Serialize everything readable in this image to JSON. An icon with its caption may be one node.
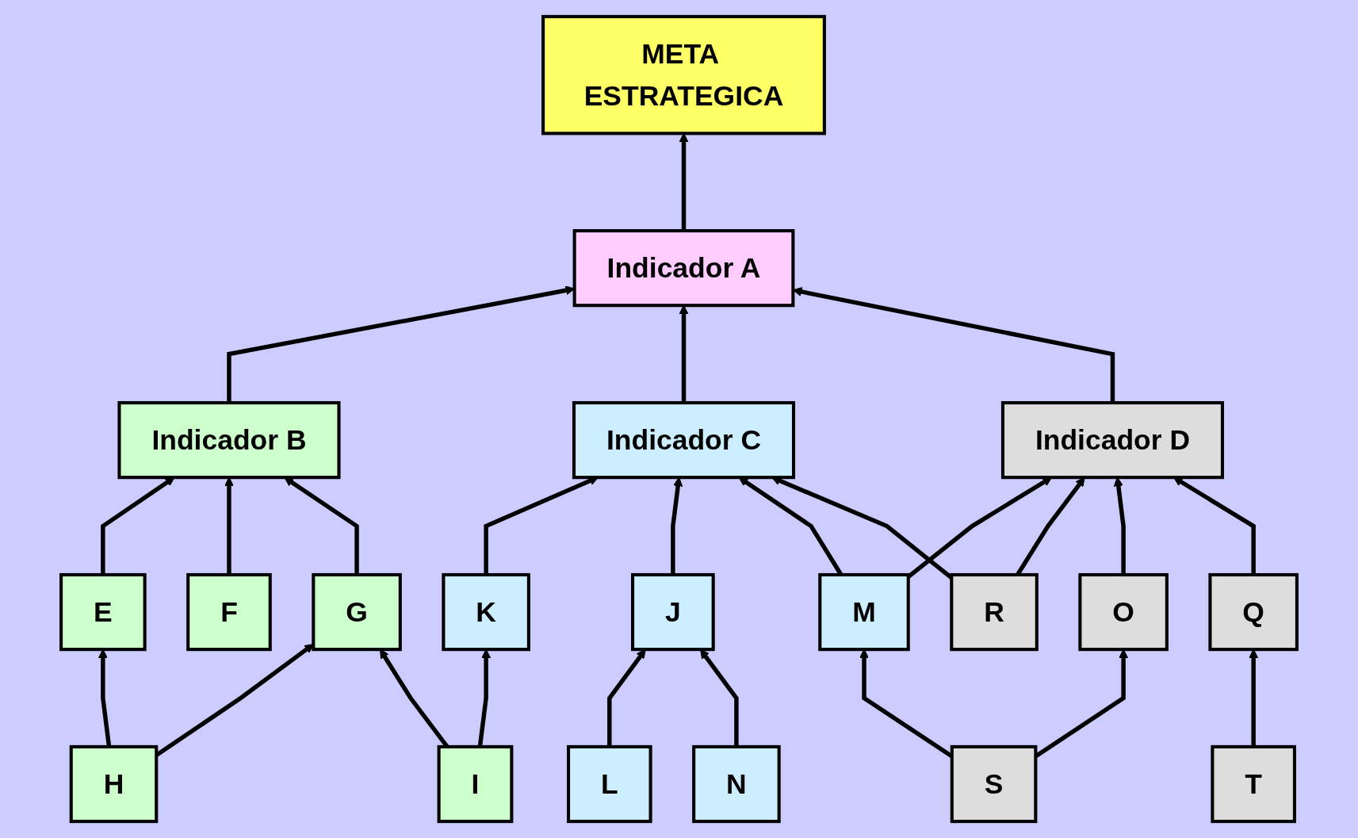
{
  "diagram": {
    "nodes": [
      {
        "text": [
          "META ESTRATEGICA"
        ]
      },
      {
        "text": [
          "Indicador A"
        ]
      },
      {
        "text": [
          "Indicador B"
        ]
      },
      {
        "text": [
          "Indicador C"
        ]
      },
      {
        "text": [
          "Indicador D"
        ]
      },
      {
        "text": [
          "E"
        ]
      },
      {
        "text": [
          "F"
        ]
      },
      {
        "text": [
          "G"
        ]
      },
      {
        "text": [
          "K"
        ]
      },
      {
        "text": [
          "J"
        ]
      },
      {
        "text": [
          "M"
        ]
      },
      {
        "text": [
          "R"
        ]
      },
      {
        "text": [
          "O"
        ]
      },
      {
        "text": [
          "Q"
        ]
      },
      {
        "text": [
          "H"
        ]
      },
      {
        "text": [
          "I"
        ]
      },
      {
        "text": [
          "L"
        ]
      },
      {
        "text": [
          "N"
        ]
      },
      {
        "text": [
          "S"
        ]
      },
      {
        "text": [
          "T"
        ]
      }
    ],
    "edges": [
      {
        "from": 1,
        "to": 0,
        "arrow": "to"
      },
      {
        "from": 2,
        "to": 1,
        "arrow": "to"
      },
      {
        "from": 3,
        "to": 1,
        "arrow": "to"
      },
      {
        "from": 4,
        "to": 1,
        "arrow": "to"
      },
      {
        "from": 5,
        "to": 2,
        "arrow": "to"
      },
      {
        "from": 6,
        "to": 2,
        "arrow": "to"
      },
      {
        "from": 7,
        "to": 2,
        "arrow": "to"
      },
      {
        "from": 8,
        "to": 3,
        "arrow": "to"
      },
      {
        "from": 9,
        "to": 3,
        "arrow": "to"
      },
      {
        "from": 10,
        "to": 3,
        "arrow": "to"
      },
      {
        "from": 11,
        "to": 3,
        "arrow": "to"
      },
      {
        "from": 10,
        "to": 4,
        "arrow": "to"
      },
      {
        "from": 11,
        "to": 4,
        "arrow": "to"
      },
      {
        "from": 12,
        "to": 4,
        "arrow": "to"
      },
      {
        "from": 13,
        "to": 4,
        "arrow": "to"
      },
      {
        "from": 14,
        "to": 5,
        "arrow": "to"
      },
      {
        "from": 14,
        "to": 7,
        "arrow": "to"
      },
      {
        "from": 15,
        "to": 7,
        "arrow": "to"
      },
      {
        "from": 15,
        "to": 8,
        "arrow": "to"
      },
      {
        "from": 16,
        "to": 9,
        "arrow": "to"
      },
      {
        "from": 17,
        "to": 9,
        "arrow": "to"
      },
      {
        "from": 18,
        "to": 10,
        "arrow": "to"
      },
      {
        "from": 18,
        "to": 12,
        "arrow": "to"
      },
      {
        "from": 19,
        "to": 13,
        "arrow": "to"
      }
    ]
  }
}
